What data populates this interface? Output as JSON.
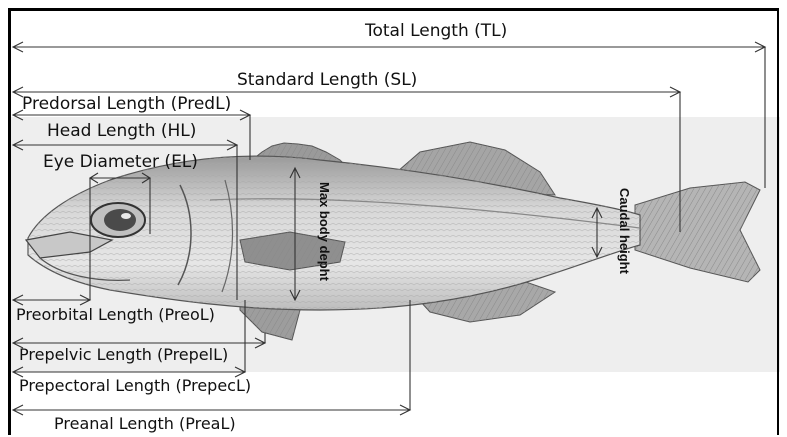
{
  "measurements": {
    "total_length": "Total Length (TL)",
    "standard_length": "Standard Length (SL)",
    "predorsal_length": "Predorsal Length (PredL)",
    "head_length": "Head Length (HL)",
    "eye_diameter": "Eye Diameter (EL)",
    "max_body_depth": "Max body depht",
    "caudal_height": "Caudal height",
    "preorbital_length": "Preorbital Length (PreoL)",
    "prepelvic_length": "Prepelvic Length (PrepelL)",
    "prepectoral_length": "Prepectoral Length (PrepecL)",
    "preanal_length": "Preanal Length (PreaL)"
  },
  "colors": {
    "line": "#333333",
    "fish_body": "#d4d4d4",
    "fish_dark": "#7a7a7a",
    "background_panel": "#eeeeee"
  },
  "icons": {
    "fish": "fish-illustration"
  }
}
